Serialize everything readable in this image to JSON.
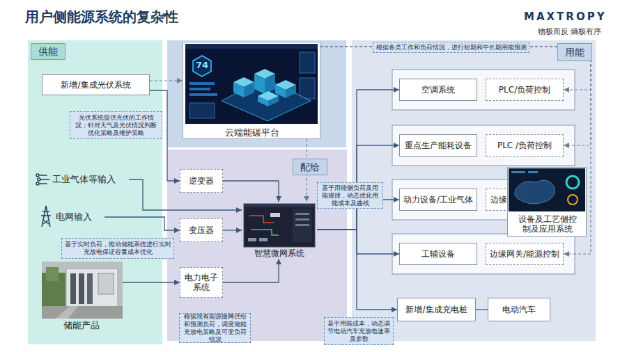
{
  "diagram": {
    "title": "用户侧能源系统的复杂性",
    "nodes": [
      {
        "text": [
          "供能"
        ]
      },
      {
        "text": [
          "新增/集成光伏系统"
        ],
        "in": 0
      },
      {
        "text": [
          "光伏系统提供光伏的工作情况；针对天气及光伏情况判断优化策略及维护策略"
        ],
        "in": 0
      },
      {
        "text": [
          "工业气体等输入"
        ],
        "in": 0
      },
      {
        "text": [
          "电网输入"
        ],
        "in": 0
      },
      {
        "text": [
          "基于实时负荷，推动储能系统进行实时充放电保证容量成本优化"
        ]
      },
      {
        "text": [
          "储能产品"
        ],
        "in": 0
      },
      {
        "text": [
          "云端能碳平台"
        ]
      },
      {
        "text": [
          "配给"
        ]
      },
      {
        "text": [
          "逆变器"
        ],
        "in": 8
      },
      {
        "text": [
          "变压器"
        ],
        "in": 8
      },
      {
        "text": [
          "电力电子系统"
        ],
        "in": 8
      },
      {
        "text": [
          "智慧微网系统"
        ],
        "in": 8
      },
      {
        "text": [
          "根据现有能源微网供给和预测负荷，调度储能充放电策略及可变负荷情况"
        ],
        "in": 8
      },
      {
        "text": [
          "基于用能侧负荷及用能规律，动态优化用能成本及曲线"
        ]
      },
      {
        "text": [
          "用能"
        ]
      },
      {
        "text": [
          "根据各类工作和负荷情况，进行短期和中长期用能预测"
        ],
        "in": 15
      },
      {
        "text": [
          "空调系统"
        ],
        "in": 15
      },
      {
        "text": [
          "PLC/负荷控制"
        ],
        "in": 15
      },
      {
        "text": [
          "重点生产能耗设备"
        ],
        "in": 15
      },
      {
        "text": [
          "PLC /负荷控制"
        ],
        "in": 15
      },
      {
        "text": [
          "动力设备/工业气体"
        ],
        "in": 15
      },
      {
        "text": [
          "边缘"
        ],
        "in": 15
      },
      {
        "text": [
          "工辅设备"
        ],
        "in": 15
      },
      {
        "text": [
          "边缘网关/能源控制"
        ],
        "in": 15
      },
      {
        "text": [
          "设备及工艺侧控制及应用系统"
        ],
        "in": 15
      },
      {
        "text": [
          "新增/集成充电桩"
        ],
        "in": 15
      },
      {
        "text": [
          "电动汽车"
        ],
        "in": 15
      },
      {
        "text": [
          "基于用能成本，动态调节电动汽车充放电速率及参数"
        ]
      }
    ],
    "edges": [
      {
        "from": 1,
        "to": 9,
        "arrow": "to"
      },
      {
        "from": 1,
        "to": 7,
        "arrow": "to"
      },
      {
        "from": 3,
        "to": 12,
        "arrow": "to"
      },
      {
        "from": 4,
        "to": 10,
        "arrow": "to"
      },
      {
        "from": 9,
        "to": 12,
        "arrow": "to"
      },
      {
        "from": 10,
        "to": 12,
        "arrow": "to"
      },
      {
        "from": 11,
        "to": 12,
        "arrow": "to"
      },
      {
        "from": 6,
        "to": 11,
        "arrow": "to"
      },
      {
        "from": 12,
        "to": 17,
        "arrow": "to"
      },
      {
        "from": 12,
        "to": 19,
        "arrow": "to"
      },
      {
        "from": 12,
        "to": 21,
        "arrow": "to"
      },
      {
        "from": 12,
        "to": 23,
        "arrow": "to"
      },
      {
        "from": 12,
        "to": 26,
        "arrow": "to"
      },
      {
        "from": 26,
        "to": 27,
        "arrow": "none"
      },
      {
        "from": 7,
        "to": 12,
        "arrow": "to"
      },
      {
        "from": 7,
        "to": 18,
        "arrow": "to"
      },
      {
        "from": 7,
        "to": 20,
        "arrow": "to"
      },
      {
        "from": 7,
        "to": 24,
        "arrow": "to"
      }
    ],
    "labels": [
      "MAXTROPY",
      "物极而反 熵极有序",
      "74"
    ]
  }
}
